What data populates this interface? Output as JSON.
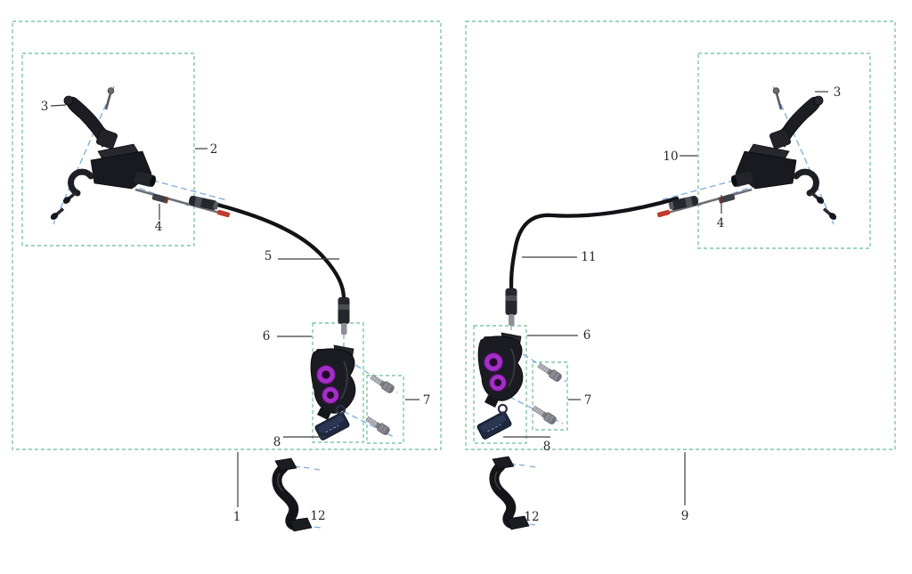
{
  "callouts": {
    "left": {
      "c1": "1",
      "c2": "2",
      "c3": "3",
      "c4": "4",
      "c5": "5",
      "c6": "6",
      "c7": "7",
      "c8": "8",
      "c12": "12"
    },
    "right": {
      "c3": "3",
      "c4": "4",
      "c6": "6",
      "c7": "7",
      "c8": "8",
      "c9": "9",
      "c10": "10",
      "c11": "11",
      "c12": "12"
    }
  },
  "colors": {
    "background": "#ffffff",
    "box_dash": "#82c7a6",
    "guide_dash": "#7fabdb",
    "leader_line": "#3d3d40",
    "label_text": "#28282c",
    "part_black": "#1a1b20",
    "piston": "#a42fc6",
    "pad_navy": "#202840",
    "hose_tip_red": "#c23a2c",
    "bolt_silver": "#9fa0a7"
  }
}
